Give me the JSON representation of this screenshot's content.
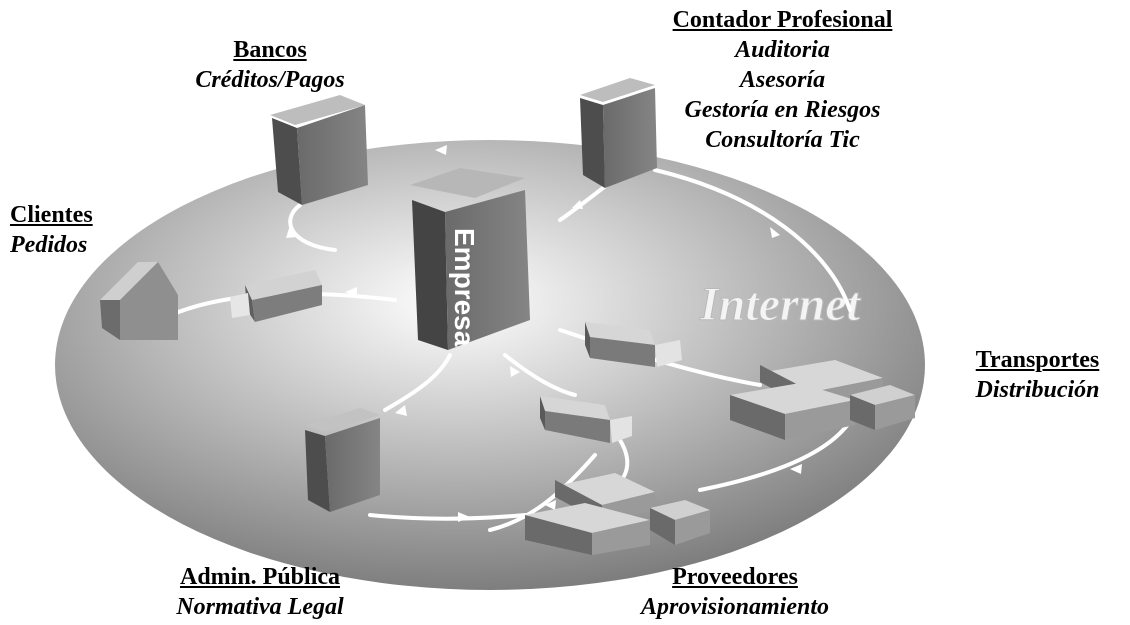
{
  "center": {
    "label": "Empresa"
  },
  "network": {
    "label": "Internet"
  },
  "nodes": {
    "bancos": {
      "title": "Bancos",
      "lines": [
        "Créditos/Pagos"
      ]
    },
    "contador": {
      "title": "Contador Profesional",
      "lines": [
        "Auditoria",
        "Asesoría",
        "Gestoría en Riesgos",
        "Consultoría Tic"
      ]
    },
    "clientes": {
      "title": "Clientes",
      "lines": [
        "Pedidos"
      ]
    },
    "transportes": {
      "title": "Transportes",
      "lines": [
        "Distribución"
      ]
    },
    "admin": {
      "title": "Admin. Pública",
      "lines": [
        "Normativa Legal"
      ]
    },
    "proveedores": {
      "title": "Proveedores",
      "lines": [
        "Aprovisionamiento"
      ]
    }
  }
}
